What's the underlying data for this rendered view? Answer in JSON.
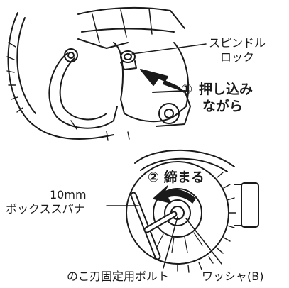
{
  "labels": {
    "spindle_lock_line1": "スピンドル",
    "spindle_lock_line2": "ロック",
    "step1_number": "①",
    "step1_line1": "押し込み",
    "step1_line2": "ながら",
    "step2": "② 締まる",
    "wrench_size": "10mm",
    "wrench_name": "ボックススパナ",
    "blade_bolt": "のこ刃固定用ボルト",
    "washer": "ワッシャ(B)"
  }
}
